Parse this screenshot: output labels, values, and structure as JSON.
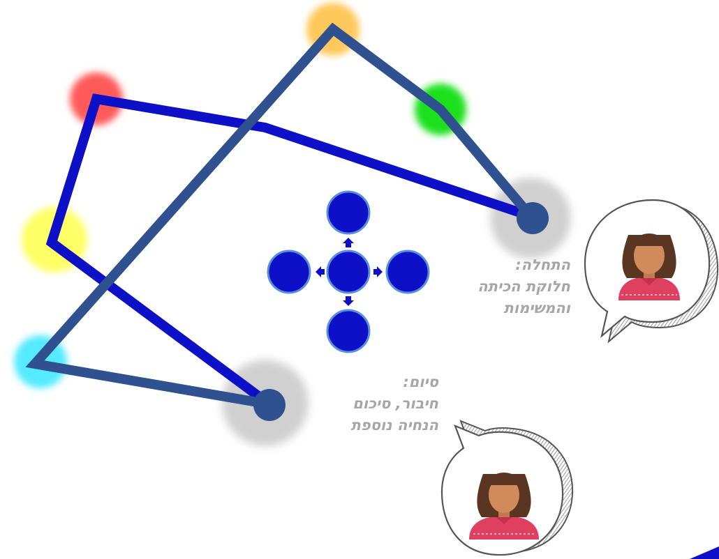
{
  "captions": {
    "start": {
      "title": "התחלה:",
      "line1": "חלוקת הכיתה",
      "line2": "והמשימות"
    },
    "end": {
      "title": "סיום:",
      "line1": "חיבור, סיכום",
      "line2": "הנחיה נוספת"
    }
  },
  "colors": {
    "route_blue": "#0e10c8",
    "route_navy": "#2f5190",
    "hub_fill": "#0e10c8",
    "hub_stroke": "#5b8fd8",
    "spot_red": "#ff5a5a",
    "spot_orange": "#ffc85a",
    "spot_green": "#1ee01e",
    "spot_yellow": "#ffff66",
    "spot_cyan": "#55eaff",
    "spot_gray": "#d0d0d0",
    "endpoint": "#2f5190",
    "skin": "#d08a5c",
    "hair": "#5a3522",
    "sweater": "#e04060"
  },
  "icons": [
    "teacher-avatar-icon",
    "speech-bubble-icon",
    "arrow-up-icon",
    "arrow-down-icon",
    "arrow-left-icon",
    "arrow-right-icon"
  ]
}
